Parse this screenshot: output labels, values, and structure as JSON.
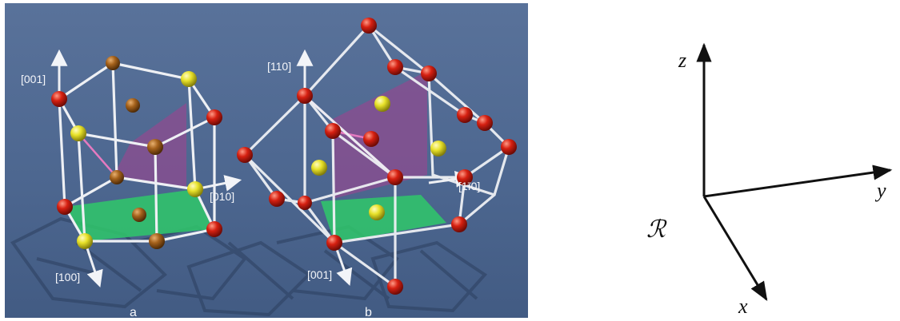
{
  "figure": {
    "render": {
      "subfigure_a": {
        "label": "a",
        "directions": {
          "up": "[001]",
          "right": "[010]",
          "front": "[100]"
        }
      },
      "subfigure_b": {
        "label": "b",
        "directions": {
          "up": "[110]",
          "right": "[1ī0]",
          "front": "[001]"
        }
      }
    },
    "frame": {
      "name": "ℛ",
      "axes": {
        "z": "z",
        "y": "y",
        "x": "x"
      }
    }
  },
  "colors": {
    "background": "#4d6790",
    "atom_red": "#d62011",
    "atom_yellow": "#e8e22a",
    "atom_brown": "#a5621c",
    "plane_green": "#2fc86a",
    "plane_purple": "#8a4d90",
    "bond": "#eef0f4"
  }
}
